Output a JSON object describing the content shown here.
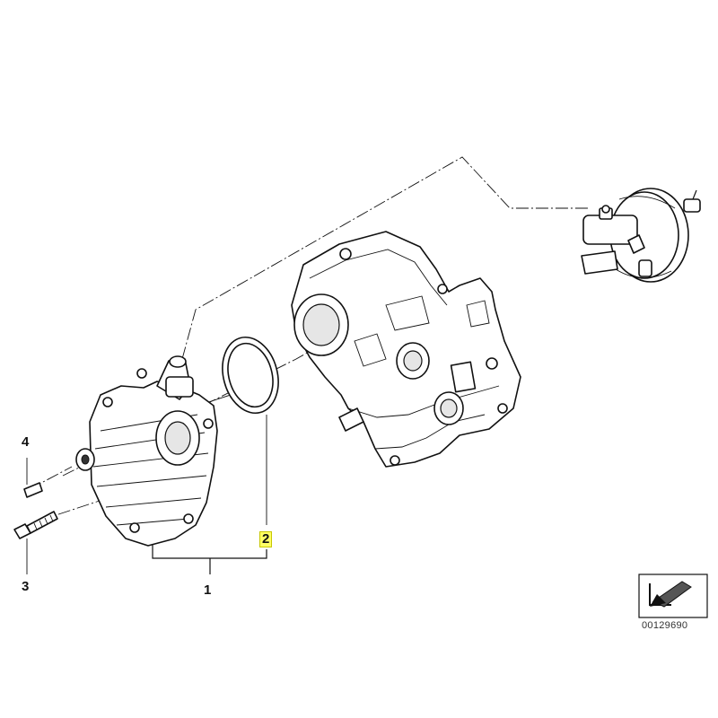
{
  "callouts": [
    {
      "id": "1",
      "label": "1"
    },
    {
      "id": "2",
      "label": "2",
      "highlighted": true
    },
    {
      "id": "3",
      "label": "3"
    },
    {
      "id": "4",
      "label": "4"
    }
  ],
  "reference_number": "00129690",
  "icons": {
    "view_arrow": "arrow-icon"
  },
  "colors": {
    "line": "#111111",
    "highlight": "#ffff66"
  }
}
